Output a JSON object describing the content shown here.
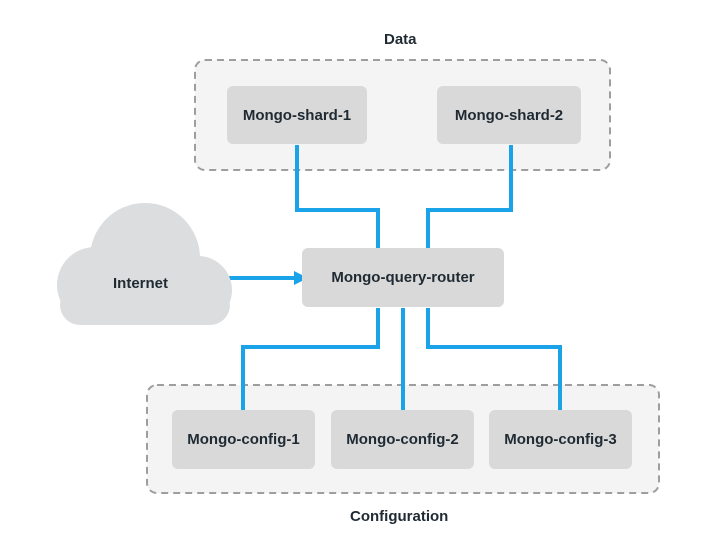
{
  "groups": {
    "data": {
      "label": "Data"
    },
    "configuration": {
      "label": "Configuration"
    }
  },
  "nodes": {
    "shard1": "Mongo-shard-1",
    "shard2": "Mongo-shard-2",
    "router": "Mongo-query-router",
    "config1": "Mongo-config-1",
    "config2": "Mongo-config-2",
    "config3": "Mongo-config-3",
    "internet": "Internet"
  },
  "colors": {
    "connector": "#1aa3e8",
    "node_fill": "#d9d9d9",
    "group_fill": "#f4f4f4",
    "group_border": "#9e9e9e",
    "cloud_fill": "#dcdddf",
    "text": "#1f2a33"
  },
  "icons": {
    "internet": "cloud-icon"
  }
}
